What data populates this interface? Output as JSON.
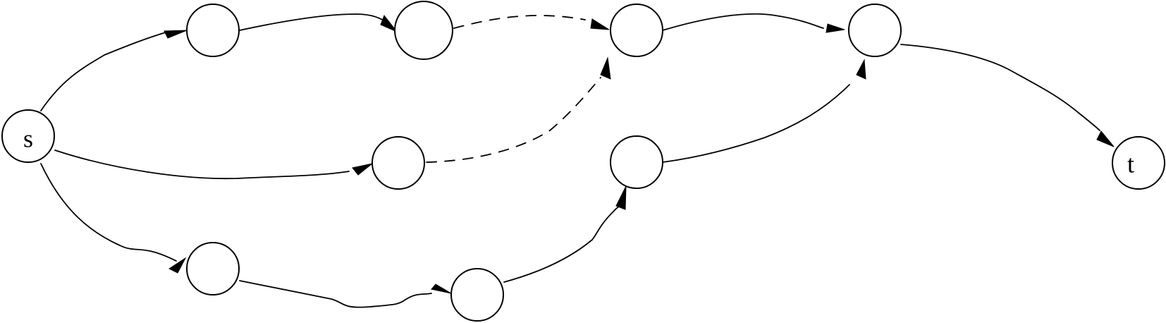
{
  "graph": {
    "nodes": [
      {
        "id": "s",
        "label": "s"
      },
      {
        "id": "a1",
        "label": ""
      },
      {
        "id": "a2",
        "label": ""
      },
      {
        "id": "a3",
        "label": ""
      },
      {
        "id": "a4",
        "label": ""
      },
      {
        "id": "b1",
        "label": ""
      },
      {
        "id": "b2",
        "label": ""
      },
      {
        "id": "c1",
        "label": ""
      },
      {
        "id": "c2",
        "label": ""
      },
      {
        "id": "t",
        "label": "t"
      }
    ],
    "edges": [
      {
        "from": "s",
        "to": "a1",
        "style": "solid"
      },
      {
        "from": "a1",
        "to": "a2",
        "style": "solid"
      },
      {
        "from": "a2",
        "to": "a3",
        "style": "dashed"
      },
      {
        "from": "a3",
        "to": "a4",
        "style": "solid"
      },
      {
        "from": "a4",
        "to": "t",
        "style": "solid"
      },
      {
        "from": "s",
        "to": "b1",
        "style": "solid"
      },
      {
        "from": "b1",
        "to": "a3",
        "style": "dashed"
      },
      {
        "from": "s",
        "to": "c1",
        "style": "solid"
      },
      {
        "from": "c1",
        "to": "c2",
        "style": "solid"
      },
      {
        "from": "c2",
        "to": "b2",
        "style": "solid"
      },
      {
        "from": "b2",
        "to": "a4",
        "style": "solid"
      }
    ]
  }
}
